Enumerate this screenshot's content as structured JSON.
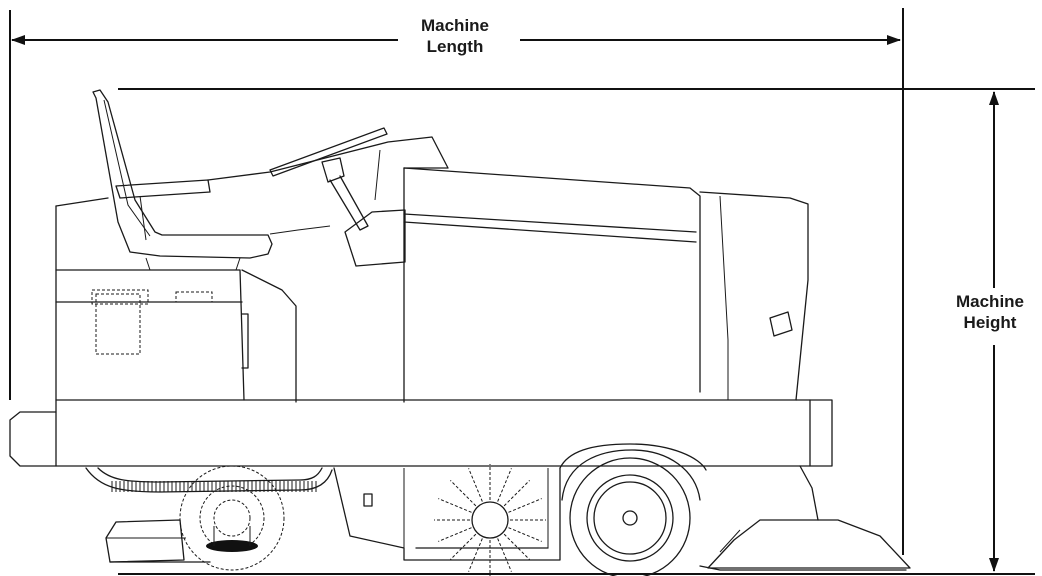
{
  "labels": {
    "length_line1": "Machine",
    "length_line2": "Length",
    "height_line1": "Machine",
    "height_line2": "Height"
  },
  "colors": {
    "line": "#1a1a1a",
    "background": "#ffffff",
    "squeegee_fill": "#111111"
  }
}
